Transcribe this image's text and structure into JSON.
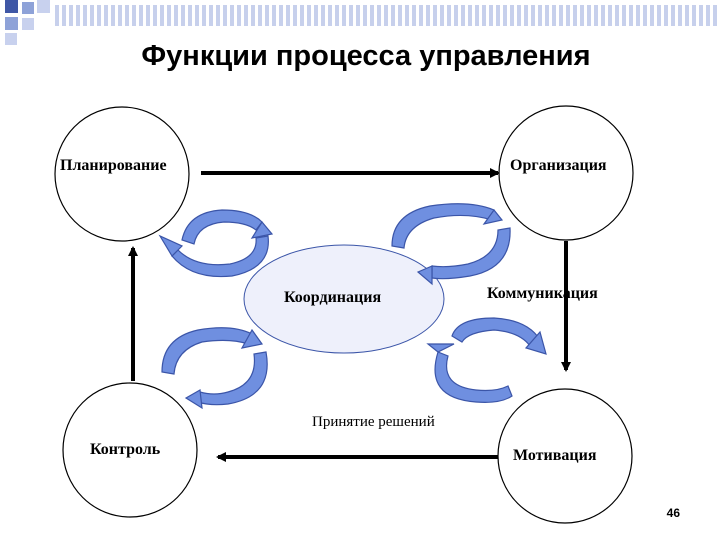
{
  "title": "Функции процесса управления",
  "nodes": {
    "planning": "Планирование",
    "organization": "Организация",
    "control": "Контроль",
    "motivation": "Мотивация",
    "coordination": "Координация"
  },
  "labels": {
    "communication": "Коммуникация",
    "decision_making": "Принятие решений"
  },
  "page_number": "46",
  "colors": {
    "arrow_fill": "#6f8fe0",
    "arrow_stroke": "#3b55a8",
    "corner_square": "#3f57a6",
    "coord_fill": "#eef0fb"
  }
}
